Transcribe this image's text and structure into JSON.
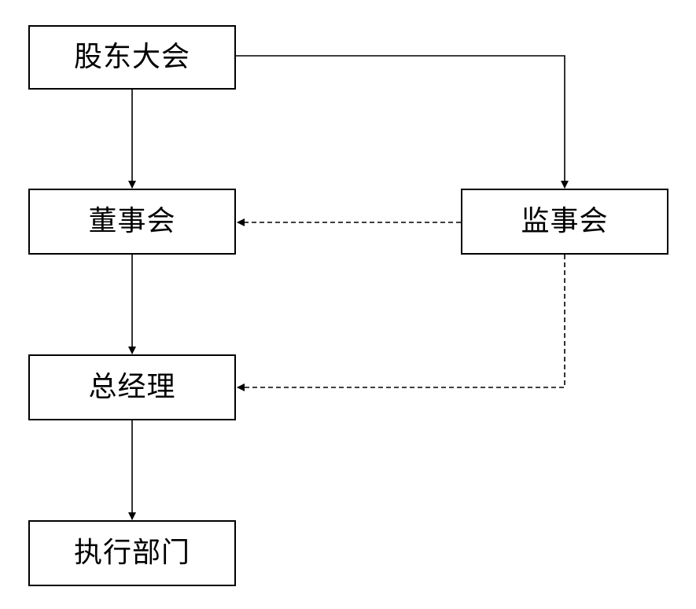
{
  "nodes": {
    "shareholders": {
      "label": "股东大会"
    },
    "board": {
      "label": "董事会"
    },
    "supervisors": {
      "label": "监事会"
    },
    "general_manager": {
      "label": "总经理"
    },
    "executive": {
      "label": "执行部门"
    }
  },
  "edges": [
    {
      "from": "shareholders",
      "to": "board",
      "style": "solid"
    },
    {
      "from": "shareholders",
      "to": "supervisors",
      "style": "solid"
    },
    {
      "from": "board",
      "to": "general_manager",
      "style": "solid"
    },
    {
      "from": "general_manager",
      "to": "executive",
      "style": "solid"
    },
    {
      "from": "supervisors",
      "to": "board",
      "style": "dashed"
    },
    {
      "from": "supervisors",
      "to": "general_manager",
      "style": "dashed"
    }
  ],
  "colors": {
    "line": "#000000",
    "box_border": "#000000",
    "background": "#ffffff"
  }
}
